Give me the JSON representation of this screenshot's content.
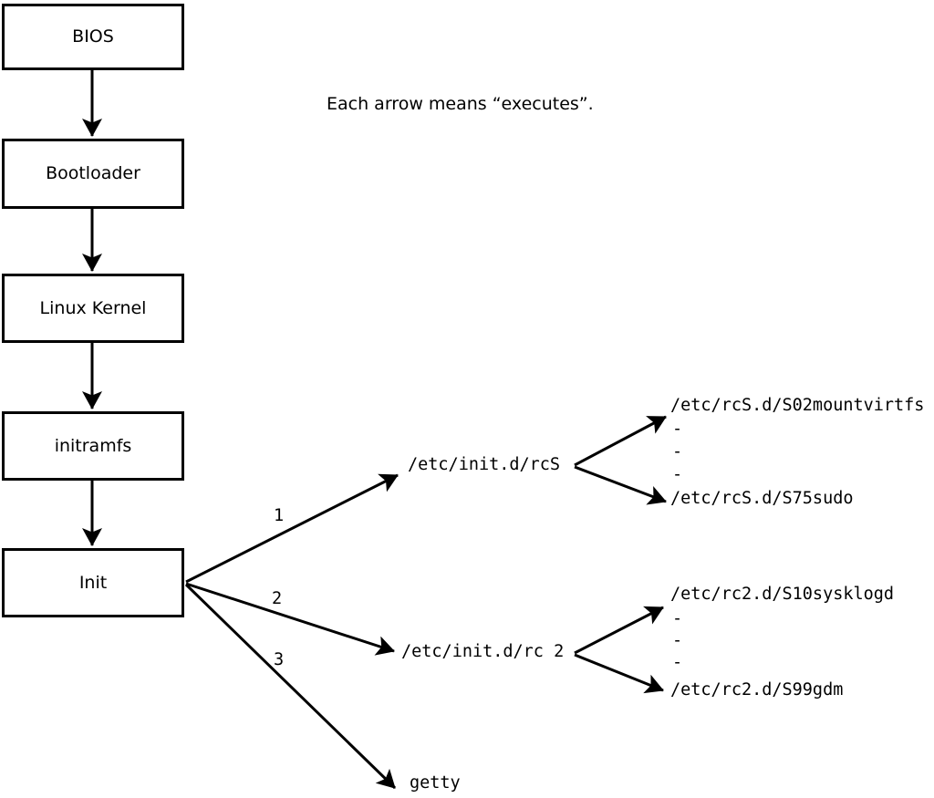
{
  "note": "Each arrow means “executes”.",
  "boot_chain": [
    {
      "label": "BIOS"
    },
    {
      "label": "Bootloader"
    },
    {
      "label": "Linux Kernel"
    },
    {
      "label": "initramfs"
    },
    {
      "label": "Init"
    }
  ],
  "branches": [
    {
      "order_label": "1",
      "target": "/etc/init.d/rcS",
      "scripts": {
        "first": "/etc/rcS.d/S02mountvirtfs",
        "dots": [
          "-",
          "-",
          "-"
        ],
        "last": "/etc/rcS.d/S75sudo"
      }
    },
    {
      "order_label": "2",
      "target": "/etc/init.d/rc 2",
      "scripts": {
        "first": "/etc/rc2.d/S10sysklogd",
        "dots": [
          "-",
          "-",
          "-"
        ],
        "last": "/etc/rc2.d/S99gdm"
      }
    },
    {
      "order_label": "3",
      "target": "getty"
    }
  ],
  "colors": {
    "background": "#ffffff",
    "line": "#000000",
    "text": "#000000"
  }
}
